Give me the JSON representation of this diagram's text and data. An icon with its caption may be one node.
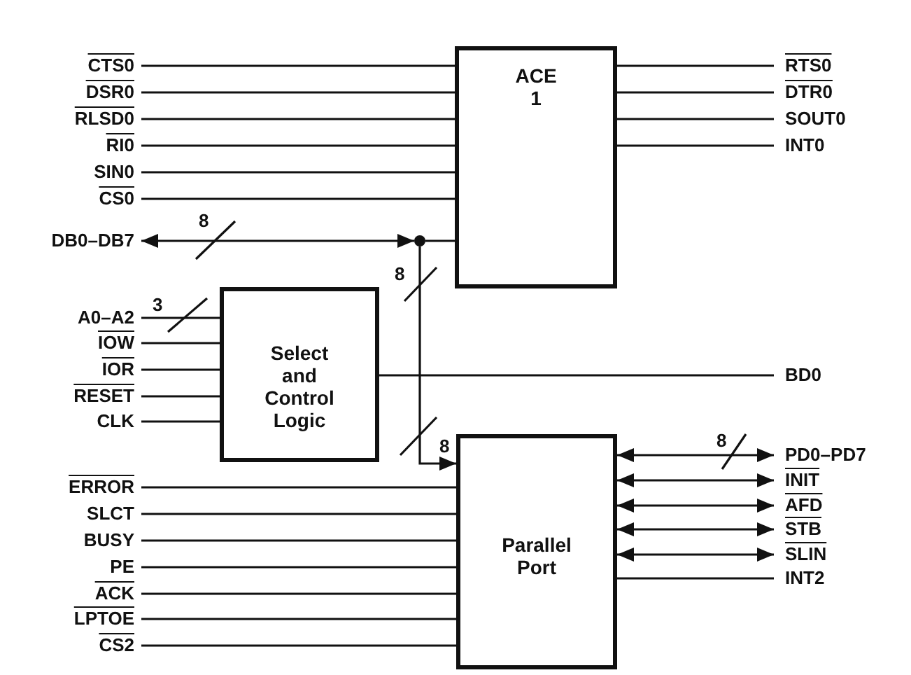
{
  "diagram": {
    "nodes": [
      {
        "text": [
          "CTS0"
        ]
      },
      {
        "text": [
          "DSR0"
        ]
      },
      {
        "text": [
          "RLSD0"
        ]
      },
      {
        "text": [
          "RI0"
        ]
      },
      {
        "text": [
          "SIN0"
        ]
      },
      {
        "text": [
          "CS0"
        ]
      },
      {
        "text": [
          "DB0–DB7"
        ]
      },
      {
        "text": [
          "ACE 1"
        ]
      },
      {
        "text": [
          "RTS0"
        ]
      },
      {
        "text": [
          "DTR0"
        ]
      },
      {
        "text": [
          "SOUT0"
        ]
      },
      {
        "text": [
          "INT0"
        ]
      },
      {
        "text": [],
        "shape": "circle"
      },
      {
        "text": [
          "A0–A2"
        ]
      },
      {
        "text": [
          "IOW"
        ]
      },
      {
        "text": [
          "IOR"
        ]
      },
      {
        "text": [
          "RESET"
        ]
      },
      {
        "text": [
          "CLK"
        ]
      },
      {
        "text": [
          "Select and Control Logic"
        ]
      },
      {
        "text": [
          "BD0"
        ]
      },
      {
        "text": [
          "ERROR"
        ]
      },
      {
        "text": [
          "SLCT"
        ]
      },
      {
        "text": [
          "BUSY"
        ]
      },
      {
        "text": [
          "PE"
        ]
      },
      {
        "text": [
          "ACK"
        ]
      },
      {
        "text": [
          "LPTOE"
        ]
      },
      {
        "text": [
          "CS2"
        ]
      },
      {
        "text": [
          "Parallel Port"
        ]
      },
      {
        "text": [
          "PD0–PD7"
        ]
      },
      {
        "text": [
          "INIT"
        ]
      },
      {
        "text": [
          "AFD"
        ]
      },
      {
        "text": [
          "STB"
        ]
      },
      {
        "text": [
          "SLIN"
        ]
      },
      {
        "text": [
          "INT2"
        ]
      }
    ],
    "edges": [
      {
        "from": 0,
        "to": 7,
        "arrow": "none"
      },
      {
        "from": 1,
        "to": 7,
        "arrow": "none"
      },
      {
        "from": 2,
        "to": 7,
        "arrow": "none"
      },
      {
        "from": 3,
        "to": 7,
        "arrow": "none"
      },
      {
        "from": 4,
        "to": 7,
        "arrow": "none"
      },
      {
        "from": 5,
        "to": 7,
        "arrow": "none"
      },
      {
        "from": 6,
        "to": 12,
        "arrow": "both"
      },
      {
        "from": 12,
        "to": 7,
        "arrow": "none"
      },
      {
        "from": 7,
        "to": 8,
        "arrow": "none"
      },
      {
        "from": 7,
        "to": 9,
        "arrow": "none"
      },
      {
        "from": 7,
        "to": 10,
        "arrow": "none"
      },
      {
        "from": 7,
        "to": 11,
        "arrow": "none"
      },
      {
        "from": 12,
        "to": 27,
        "arrow": "to"
      },
      {
        "from": 13,
        "to": 18,
        "arrow": "none"
      },
      {
        "from": 14,
        "to": 18,
        "arrow": "none"
      },
      {
        "from": 15,
        "to": 18,
        "arrow": "none"
      },
      {
        "from": 16,
        "to": 18,
        "arrow": "none"
      },
      {
        "from": 17,
        "to": 18,
        "arrow": "none"
      },
      {
        "from": 18,
        "to": 19,
        "arrow": "none"
      },
      {
        "from": 20,
        "to": 27,
        "arrow": "none"
      },
      {
        "from": 21,
        "to": 27,
        "arrow": "none"
      },
      {
        "from": 22,
        "to": 27,
        "arrow": "none"
      },
      {
        "from": 23,
        "to": 27,
        "arrow": "none"
      },
      {
        "from": 24,
        "to": 27,
        "arrow": "none"
      },
      {
        "from": 25,
        "to": 27,
        "arrow": "none"
      },
      {
        "from": 26,
        "to": 27,
        "arrow": "none"
      },
      {
        "from": 27,
        "to": 28,
        "arrow": "both"
      },
      {
        "from": 27,
        "to": 29,
        "arrow": "both"
      },
      {
        "from": 27,
        "to": 30,
        "arrow": "both"
      },
      {
        "from": 27,
        "to": 31,
        "arrow": "both"
      },
      {
        "from": 27,
        "to": 32,
        "arrow": "both"
      },
      {
        "from": 27,
        "to": 33,
        "arrow": "none"
      }
    ],
    "labels": [
      "8",
      "8",
      "3",
      "8",
      "8"
    ]
  }
}
